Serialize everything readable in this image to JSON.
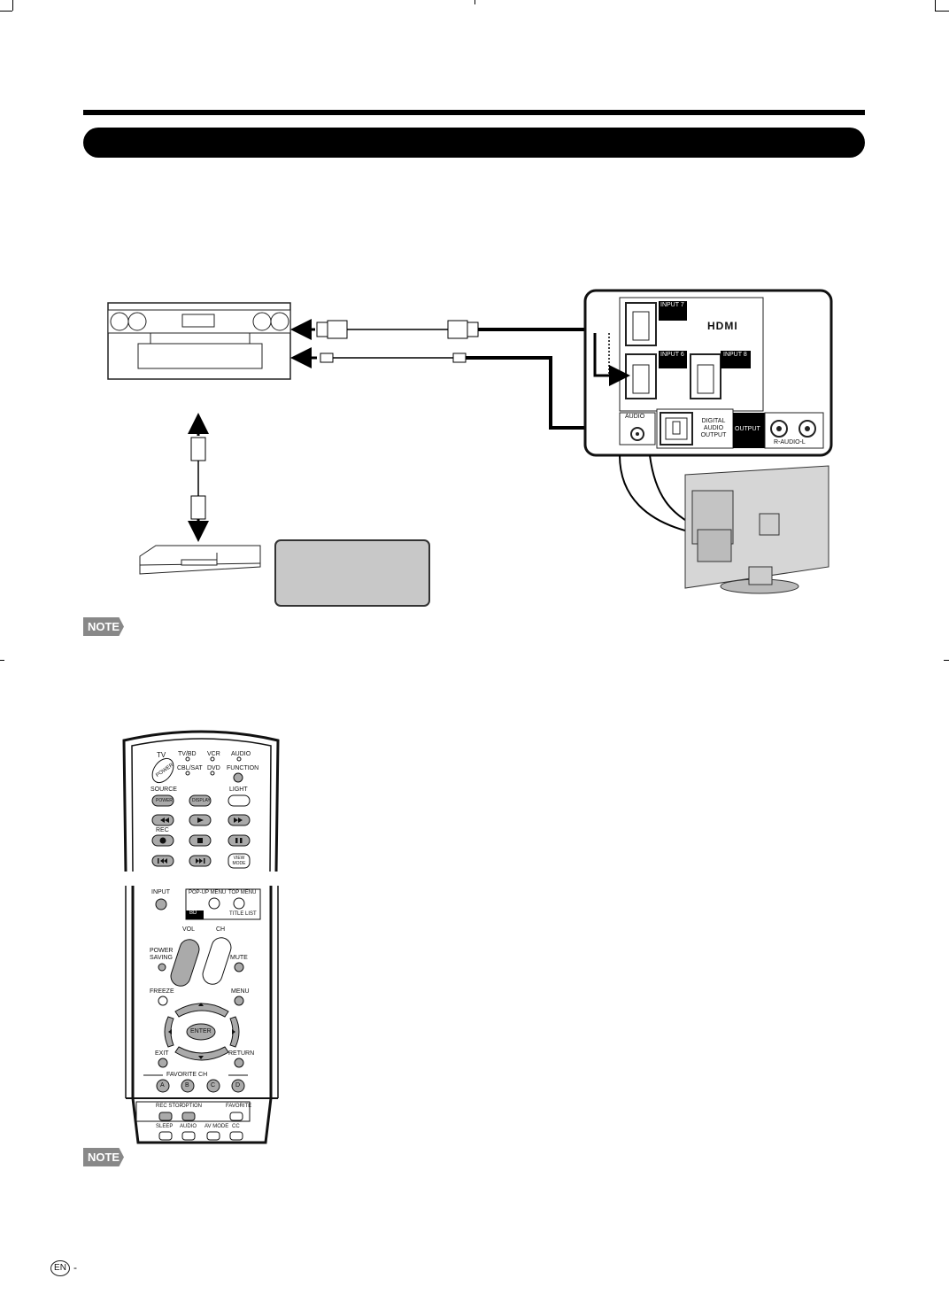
{
  "diagram": {
    "panel": {
      "hdmi_logo": "HDMI",
      "input7": "INPUT 7",
      "input6": "INPUT 6",
      "input8": "INPUT 8",
      "audio": "AUDIO",
      "digital_audio_output": [
        "DIGITAL",
        "AUDIO",
        "OUTPUT"
      ],
      "output": "OUTPUT",
      "r_audio_l": "R-AUDIO-L"
    }
  },
  "notes": [
    "NOTE",
    "NOTE"
  ],
  "remote": {
    "top": {
      "tv": "TV",
      "tvbd": "TV/BD",
      "vcr": "VCR",
      "audio": "AUDIO",
      "cblsat": "CBL/SAT",
      "dvd": "DVD",
      "function": "FUNCTION",
      "power": "POWER",
      "source": "SOURCE",
      "light": "LIGHT",
      "source_power": "POWER",
      "display": "DISPLAY",
      "rec": "REC",
      "view_mode": [
        "VIEW",
        "MODE"
      ]
    },
    "bottom": {
      "input": "INPUT",
      "popup_menu": "POP-UP MENU",
      "top_menu": "TOP MENU",
      "bd": "BD",
      "title_list": "TITLE LIST",
      "vol": "VOL",
      "ch": "CH",
      "power_saving": [
        "POWER",
        "SAVING"
      ],
      "mute": "MUTE",
      "freeze": "FREEZE",
      "menu": "MENU",
      "enter": "ENTER",
      "exit": "EXIT",
      "return": "RETURN",
      "favorite_ch": "FAVORITE CH",
      "fav_keys": [
        "A",
        "B",
        "C",
        "D"
      ],
      "rec_stop": "REC STOP",
      "option": "OPTION",
      "favorite": "FAVORITE",
      "sleep": "SLEEP",
      "audio2": "AUDIO",
      "av_mode": "AV MODE",
      "cc": "CC"
    }
  },
  "footer": {
    "lang": "EN",
    "dash": "-"
  }
}
